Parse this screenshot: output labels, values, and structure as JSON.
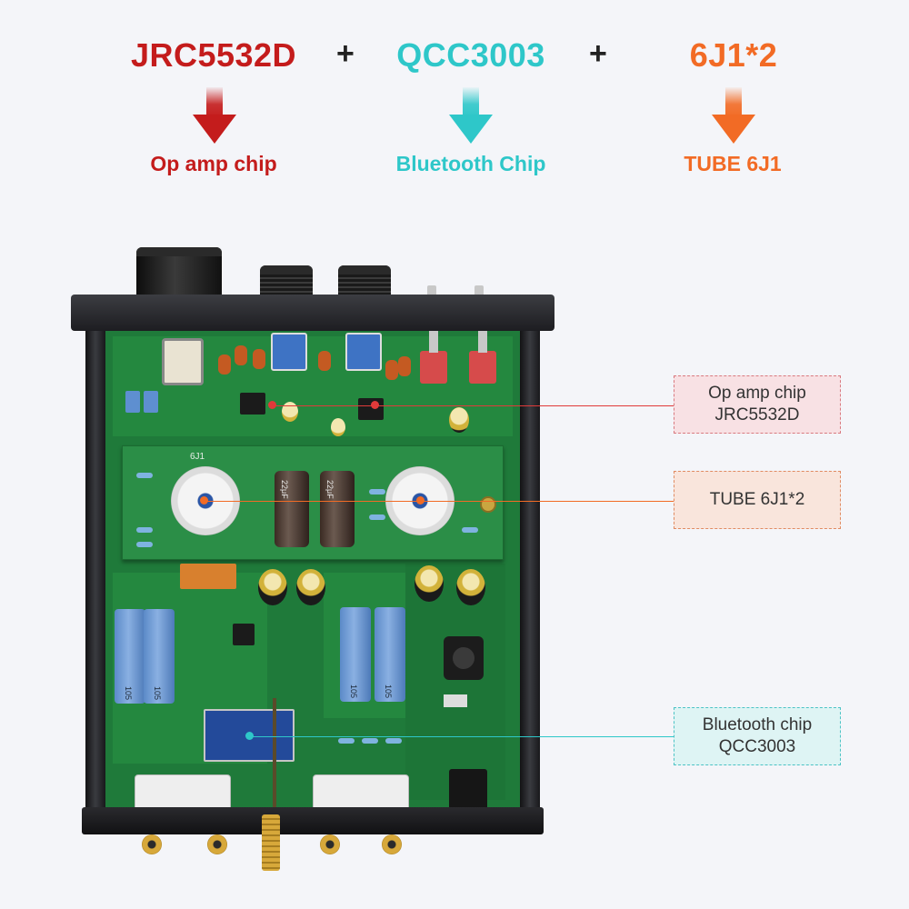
{
  "header": {
    "chip1": {
      "name": "JRC5532D",
      "caption": "Op amp chip",
      "color": "#c41c1c"
    },
    "plus1": "+",
    "chip2": {
      "name": "QCC3003",
      "caption": "Bluetooth Chip",
      "color": "#2ec7c9"
    },
    "plus2": "+",
    "chip3": {
      "name": "6J1*2",
      "caption": "TUBE 6J1",
      "color": "#f26b25"
    }
  },
  "callouts": {
    "opamp": {
      "line1": "Op amp chip",
      "line2": "JRC5532D",
      "bg": "#f8e1e4",
      "border": "#d9797f",
      "line_color": "#e03a3a"
    },
    "tube": {
      "line1": "TUBE 6J1*2",
      "bg": "#f9e5dc",
      "border": "#e08b62",
      "line_color": "#f26b25"
    },
    "bluetooth": {
      "line1": "Bluetooth chip",
      "line2": "QCC3003",
      "bg": "#def4f4",
      "border": "#4cc3c5",
      "line_color": "#2ec7c9"
    }
  },
  "board": {
    "capacitor_value": "105",
    "tube_label": "6J1"
  }
}
